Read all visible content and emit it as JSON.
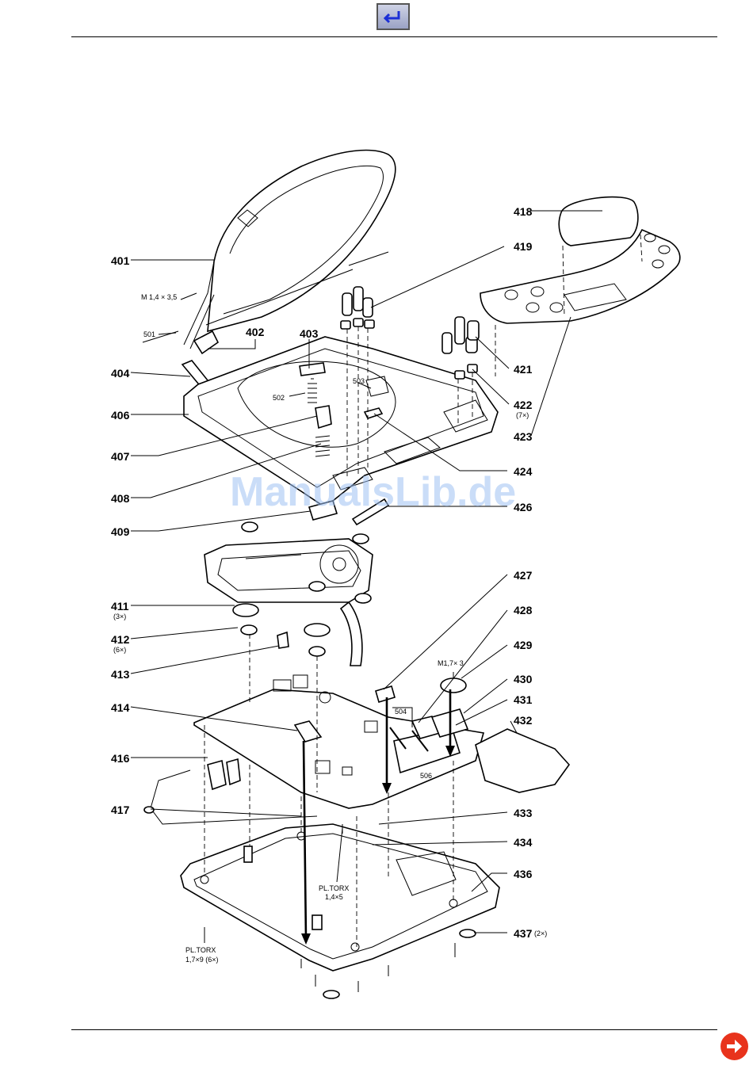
{
  "navigation": {
    "back_icon": "return-arrow-icon",
    "next_icon": "next-page-arrow-icon",
    "next_color": "#e8331c"
  },
  "watermark": "ManualsLib.de",
  "parts": {
    "p401": "401",
    "p402": "402",
    "p403": "403",
    "p404": "404",
    "p406": "406",
    "p407": "407",
    "p408": "408",
    "p409": "409",
    "p411": "411",
    "p412": "412",
    "p413": "413",
    "p414": "414",
    "p416": "416",
    "p417": "417",
    "p418": "418",
    "p419": "419",
    "p421": "421",
    "p422": "422",
    "p423": "423",
    "p424": "424",
    "p426": "426",
    "p427": "427",
    "p428": "428",
    "p429": "429",
    "p430": "430",
    "p431": "431",
    "p432": "432",
    "p433": "433",
    "p434": "434",
    "p436": "436",
    "p437": "437",
    "p501": "501",
    "p502": "502",
    "p503": "503",
    "p504": "504",
    "p506": "506"
  },
  "quantities": {
    "q411": "(3×)",
    "q412": "(6×)",
    "q422": "(7×)",
    "q437": "(2×)"
  },
  "notes": {
    "screw_m14": "M 1,4 × 3,5",
    "screw_m17": "M1,7× 3",
    "pltorx_1_line1": "PL.TORX",
    "pltorx_1_line2": "1,4×5",
    "pltorx_2_line1": "PL.TORX",
    "pltorx_2_line2": "1,7×9 (6×)"
  }
}
